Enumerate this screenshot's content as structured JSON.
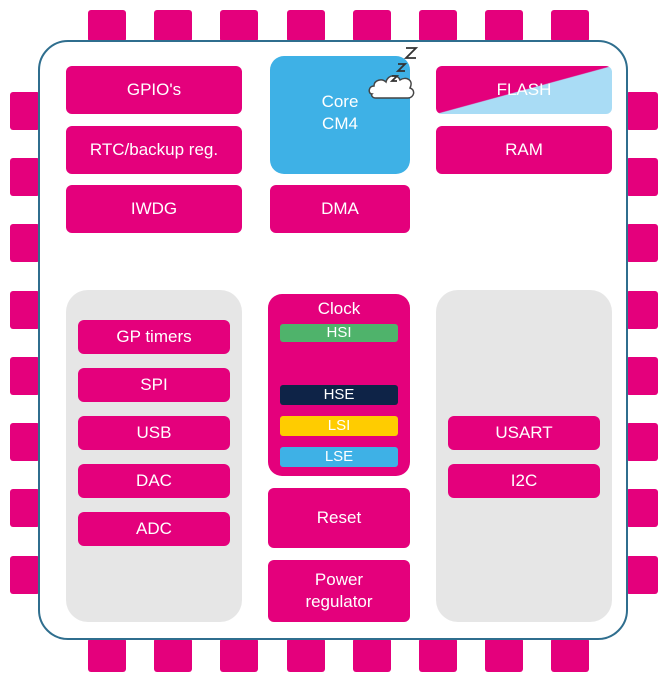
{
  "colors": {
    "block": "#e4007c",
    "core": "#3eb1e6",
    "flash_light": "#a9dcf5",
    "hsi": "#4fb36b",
    "hse": "#0e2347",
    "lsi": "#ffcc00",
    "lse": "#3eb1e6",
    "group_bg": "#e6e6e6",
    "chip_border": "#2f6e8e"
  },
  "core": {
    "line1": "Core",
    "line2": "CM4",
    "sleep_icon": "sleep-cloud-zzz-icon"
  },
  "left_top": [
    "GPIO's",
    "RTC/backup reg.",
    "IWDG"
  ],
  "dma": "DMA",
  "flash": "FLASH",
  "ram": "RAM",
  "clock": {
    "title": "Clock",
    "hsi": "HSI",
    "hse": "HSE",
    "lsi": "LSI",
    "lse": "LSE"
  },
  "left_group": [
    "GP timers",
    "SPI",
    "USB",
    "DAC",
    "ADC"
  ],
  "right_group": [
    "USART",
    "I2C"
  ],
  "reset": "Reset",
  "power": {
    "line1": "Power",
    "line2": "regulator"
  }
}
